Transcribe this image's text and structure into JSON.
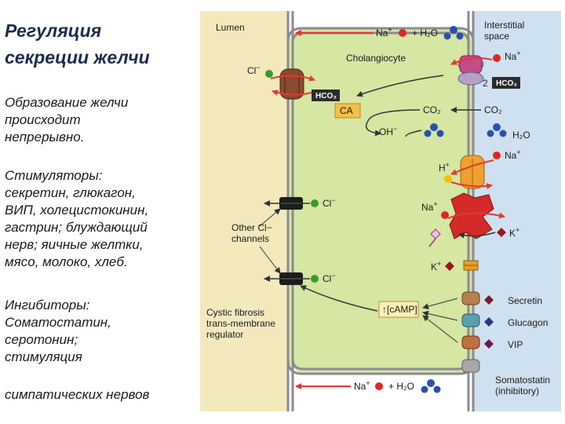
{
  "slide": {
    "title": "Регуляция\nсекреции желчи",
    "formation": "Образование желчи\nпроисходит\nнепрерывно.",
    "stimulators": "Стимуляторы:\nсекретин, глюкагон,\nВИП, холецистокинин,\nгастрин; блуждающий\nнерв; яичные желтки,\nмясо, молоко, хлеб.",
    "inhibitors": "Ингибиторы:\nСоматостатин,\nсеротонин;\nстимуляция",
    "sympathetic": "симпатических нервов"
  },
  "diagram": {
    "lumen": "Lumen",
    "interstitial": "Interstitial\nspace",
    "cholangiocyte": "Cholangiocyte",
    "na": "Na",
    "plus": "+",
    "h2o": "H₂O",
    "cl": "Cl",
    "minus": "−",
    "hco3": "HCO₃",
    "two_hco3_coef": "2",
    "ca": "CA",
    "co2": "CO₂",
    "oh": "OH",
    "h": "H",
    "k": "K",
    "other_cl": "Other Cl−\nchannels",
    "cftr": "Cystic fibrosis\ntrans-membrane\nregulator",
    "camp": "↑[cAMP]",
    "secretin": "Secretin",
    "glucagon": "Glucagon",
    "vip": "VIP",
    "somatostatin": "Somatostatin\n(inhibitory)"
  },
  "colors": {
    "cell_fill": "#d6e6a3",
    "lumen_bg": "#f4e9bd",
    "interstitial_bg": "#cfe1f1",
    "membrane": "#8c8a90",
    "arrow_red": "#e23a2c",
    "arrow_black": "#333333",
    "na_dot": "#e0261e",
    "cl_dot": "#3a9a2a",
    "h2o_mol": "#2a50b0",
    "k_diamond": "#a0141c",
    "hco3_box": "#2c2c2c",
    "ca_box": "#f5c04a",
    "camp_box": "#fff0b8"
  }
}
